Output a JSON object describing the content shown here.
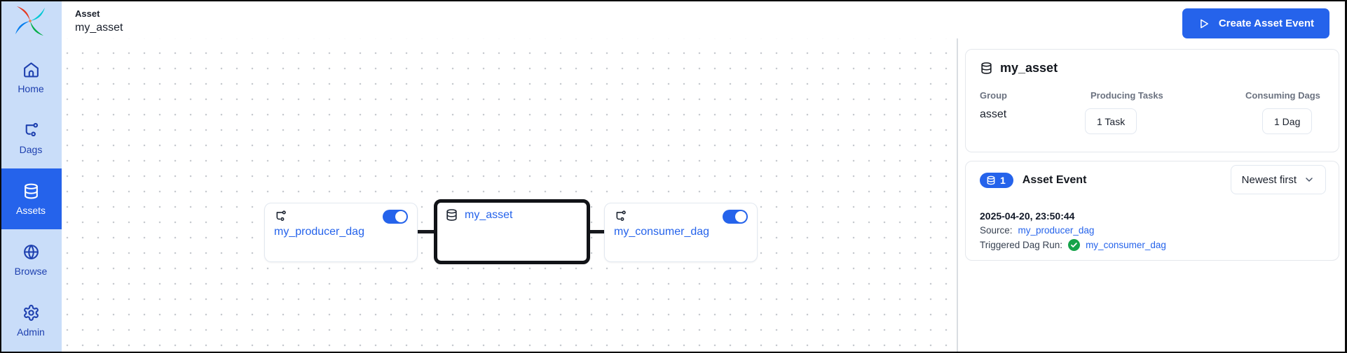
{
  "header": {
    "breadcrumb": "Asset",
    "title": "my_asset",
    "create_button_label": "Create Asset Event"
  },
  "sidebar": {
    "items": [
      {
        "label": "Home",
        "icon": "house-icon",
        "active": false
      },
      {
        "label": "Dags",
        "icon": "dag-icon",
        "active": false
      },
      {
        "label": "Assets",
        "icon": "database-icon",
        "active": true
      },
      {
        "label": "Browse",
        "icon": "globe-icon",
        "active": false
      },
      {
        "label": "Admin",
        "icon": "gear-icon",
        "active": false
      }
    ]
  },
  "graph": {
    "nodes": [
      {
        "id": "producer",
        "label": "my_producer_dag",
        "type": "dag",
        "icon": "dag-icon",
        "toggle_enabled": true,
        "selected": false
      },
      {
        "id": "asset",
        "label": "my_asset",
        "type": "asset",
        "icon": "database-icon",
        "selected": true
      },
      {
        "id": "consumer",
        "label": "my_consumer_dag",
        "type": "dag",
        "icon": "dag-icon",
        "toggle_enabled": true,
        "selected": false
      }
    ],
    "edges": [
      {
        "from": "producer",
        "to": "asset"
      },
      {
        "from": "asset",
        "to": "consumer"
      }
    ]
  },
  "panel": {
    "asset_card": {
      "title": "my_asset",
      "title_icon": "database-icon",
      "columns": [
        {
          "label": "Group",
          "value": "asset",
          "kind": "text"
        },
        {
          "label": "Producing Tasks",
          "value": "1 Task",
          "kind": "button"
        },
        {
          "label": "Consuming Dags",
          "value": "1 Dag",
          "kind": "button"
        }
      ]
    },
    "events_card": {
      "count": "1",
      "count_icon": "database-icon",
      "title": "Asset Event",
      "sort_label": "Newest first",
      "sort_icon": "chevron-down-icon",
      "events": [
        {
          "timestamp": "2025-04-20, 23:50:44",
          "source_label": "Source:",
          "source_link": "my_producer_dag",
          "triggered_label": "Triggered Dag Run:",
          "triggered_status_icon": "check-circle-icon",
          "triggered_link": "my_consumer_dag"
        }
      ]
    }
  },
  "colors": {
    "accent": "#2563eb",
    "sidebar_bg": "#c9ddf9",
    "sidebar_text": "#1e40af",
    "link": "#2563eb",
    "success_green": "#16a34a",
    "edge_dark": "#17191e",
    "card_border": "#e4e7ec",
    "muted_label": "#6b7280",
    "logo_colors": [
      "#e43921",
      "#00c7d4",
      "#00ad46",
      "#017cee"
    ]
  }
}
